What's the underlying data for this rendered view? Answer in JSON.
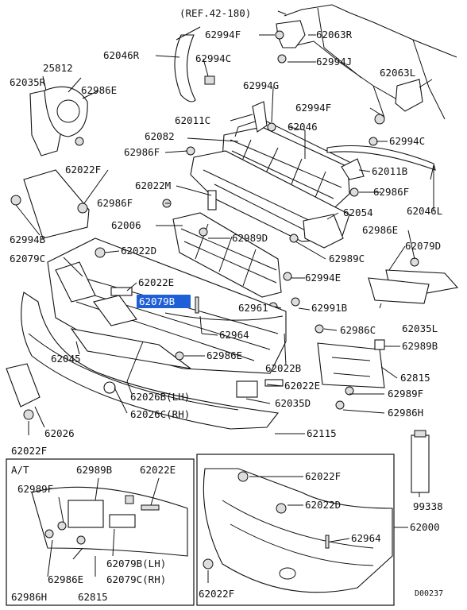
{
  "diagram": {
    "ref": "(REF.42-180)",
    "code": "D00237",
    "highlighted_part": "62079B",
    "at_box_title": "A/T",
    "labels": {
      "p62994F_a": "62994F",
      "p62063R": "62063R",
      "p62046R": "62046R",
      "p62994C_a": "62994C",
      "p62994J": "62994J",
      "p25812": "25812",
      "p62035R": "62035R",
      "p62986E_a": "62986E",
      "p62994G": "62994G",
      "p62063L": "62063L",
      "p62994F_b": "62994F",
      "p62011C": "62011C",
      "p62046": "62046",
      "p62082": "62082",
      "p62994C_b": "62994C",
      "p62986F_a": "62986F",
      "p62022F_a": "62022F",
      "p62011B": "62011B",
      "p62022M": "62022M",
      "p62986F_b": "62986F",
      "p62986F_c": "62986F",
      "p62046L": "62046L",
      "p62054": "62054",
      "p62006": "62006",
      "p62986E_b": "62986E",
      "p62994B": "62994B",
      "p62989D": "62989D",
      "p62022D_a": "62022D",
      "p62079D": "62079D",
      "p62079C_a": "62079C",
      "p62989C": "62989C",
      "p62994E": "62994E",
      "p62022E_a": "62022E",
      "p62079B": "62079B",
      "p62961": "62961",
      "p62991B": "62991B",
      "p62035L": "62035L",
      "p62964_a": "62964",
      "p62986C": "62986C",
      "p62989B_a": "62989B",
      "p62986E_c": "62986E",
      "p62045": "62045",
      "p62022B": "62022B",
      "p62815_a": "62815",
      "p62022E_b": "62022E",
      "p62026B": "62026B(LH)",
      "p62989F_a": "62989F",
      "p62035D": "62035D",
      "p62026C": "62026C(RH)",
      "p62986H_a": "62986H",
      "p62026": "62026",
      "p62115": "62115",
      "p62022F_b": "62022F",
      "p62989F_b": "62989F",
      "p62989B_b": "62989B",
      "p62022E_c": "62022E",
      "p62986E_d": "62986E",
      "p62079B_lh": "62079B(LH)",
      "p62079C_rh": "62079C(RH)",
      "p62986H_b": "62986H",
      "p62815_b": "62815",
      "p62022F_c": "62022F",
      "p62022D_b": "62022D",
      "p62964_b": "62964",
      "p62000": "62000",
      "p62022F_d": "62022F",
      "p99338": "99338"
    }
  }
}
